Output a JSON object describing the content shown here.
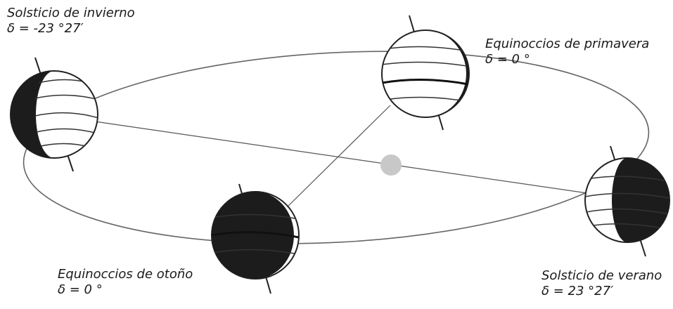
{
  "positions": {
    "winter_solstice": {
      "name": "Solsticio de invierno",
      "declination": "δ = -23 °27′"
    },
    "spring_equinox": {
      "name": "Equinoccios de primavera",
      "declination": "δ = 0 °"
    },
    "autumn_equinox": {
      "name": "Equinoccios de otoño",
      "declination": "δ = 0 °"
    },
    "summer_solstice": {
      "name": "Solsticio de verano",
      "declination": "δ = 23 °27′"
    }
  },
  "colors": {
    "orbit": "#555555",
    "sun": "#c8c8c8",
    "night_side": "#1c1c1c",
    "day_side": "#ffffff",
    "line": "#333333"
  }
}
